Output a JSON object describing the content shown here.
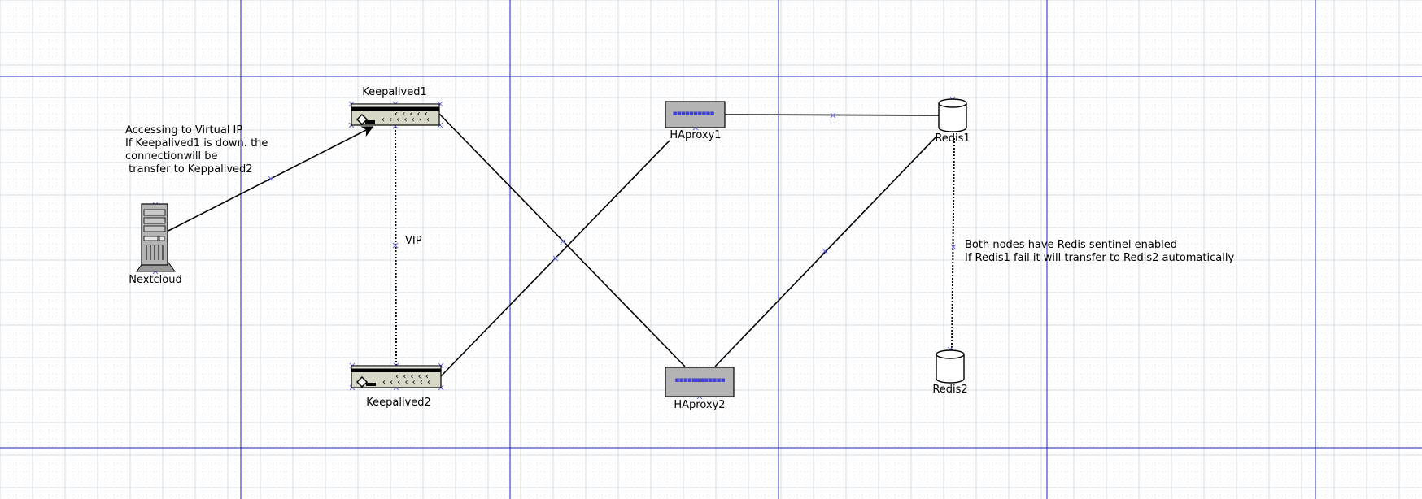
{
  "colors": {
    "grid_minor": "#dfe7ec",
    "grid_major": "#d3dde5",
    "page_break": "#2020b0",
    "edge": "#000000",
    "node_fill": "#b4b4b4",
    "switch_fill": "#d8d8c8",
    "port": "#4040d0",
    "handle": "#6a6ae0"
  },
  "nodes": {
    "nextcloud": {
      "label": "Nextcloud",
      "icon": "server-tower-icon"
    },
    "keepalived1": {
      "label": "Keepalived1",
      "icon": "network-switch-icon"
    },
    "keepalived2": {
      "label": "Keepalived2",
      "icon": "network-switch-icon"
    },
    "haproxy1": {
      "label": "HAproxy1",
      "icon": "router-icon"
    },
    "haproxy2": {
      "label": "HAproxy2",
      "icon": "router-icon"
    },
    "redis1": {
      "label": "Redis1",
      "icon": "database-cylinder-icon"
    },
    "redis2": {
      "label": "Redis2",
      "icon": "database-cylinder-icon"
    }
  },
  "edges": {
    "vip_label": "VIP"
  },
  "notes": {
    "nextcloud_note": [
      "Accessing to Virtual IP",
      "If Keepalived1 is down. the",
      "connectionwill be",
      " transfer to Keppalived2"
    ],
    "redis_note": [
      "Both nodes have Redis sentinel enabled",
      "If Redis1 fail it will transfer to Redis2 automatically"
    ]
  }
}
